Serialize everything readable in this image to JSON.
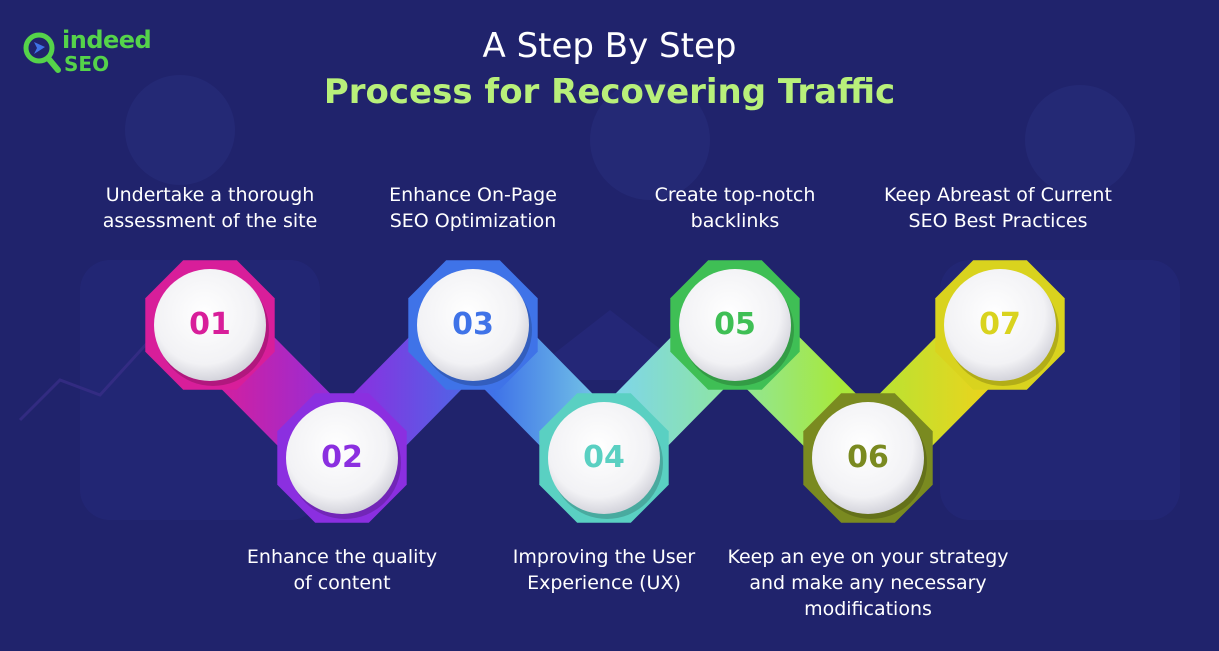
{
  "brand": {
    "line1": "indeed",
    "line2": "SEO"
  },
  "title": {
    "line1": "A Step By Step",
    "line2": "Process for Recovering Traffic"
  },
  "steps": [
    {
      "number": "01",
      "color": "#d81e9a",
      "label_line1": "Undertake a thorough",
      "label_line2": "assessment of the site",
      "label_line3": ""
    },
    {
      "number": "02",
      "color": "#8b2fe0",
      "label_line1": "Enhance the quality",
      "label_line2": "of content",
      "label_line3": ""
    },
    {
      "number": "03",
      "color": "#3f73e8",
      "label_line1": "Enhance On-Page",
      "label_line2": "SEO Optimization",
      "label_line3": ""
    },
    {
      "number": "04",
      "color": "#5ad0c2",
      "label_line1": "Improving the User",
      "label_line2": "Experience (UX)",
      "label_line3": ""
    },
    {
      "number": "05",
      "color": "#3fbf55",
      "label_line1": "Create top-notch",
      "label_line2": "backlinks",
      "label_line3": ""
    },
    {
      "number": "06",
      "color": "#7a8a20",
      "label_line1": "Keep an eye on your strategy",
      "label_line2": "and make any necessary",
      "label_line3": "modifications"
    },
    {
      "number": "07",
      "color": "#d9d31e",
      "label_line1": "Keep Abreast of Current",
      "label_line2": "SEO Best Practices",
      "label_line3": ""
    }
  ],
  "colors": {
    "background": "#20236c",
    "title_accent": "#b8f07a",
    "brand_green": "#55d34a"
  }
}
